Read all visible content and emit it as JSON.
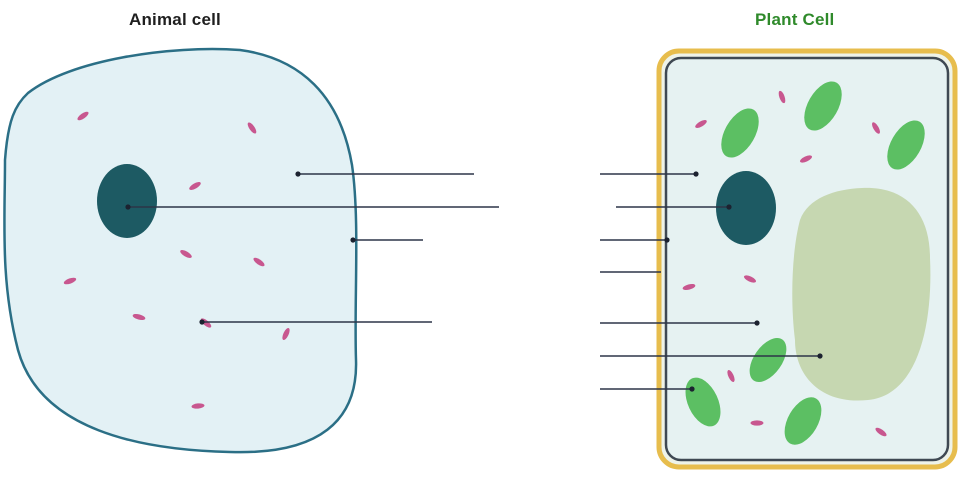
{
  "animal": {
    "title": "Animal cell"
  },
  "plant": {
    "title": "Plant Cell"
  },
  "colors": {
    "cytoplasm": "#e3f1f5",
    "membrane": "#2b6f86",
    "nucleus": "#1d5a63",
    "organelle_pink": "#c8578f",
    "chloroplast": "#5cbf63",
    "vacuole": "#c6d7b1",
    "cell_wall": "#e7bd4d",
    "plant_title": "#2f8a2b",
    "pointer_line": "#2d3548"
  },
  "icons": [
    "animal-cell-illustration",
    "plant-cell-illustration"
  ]
}
